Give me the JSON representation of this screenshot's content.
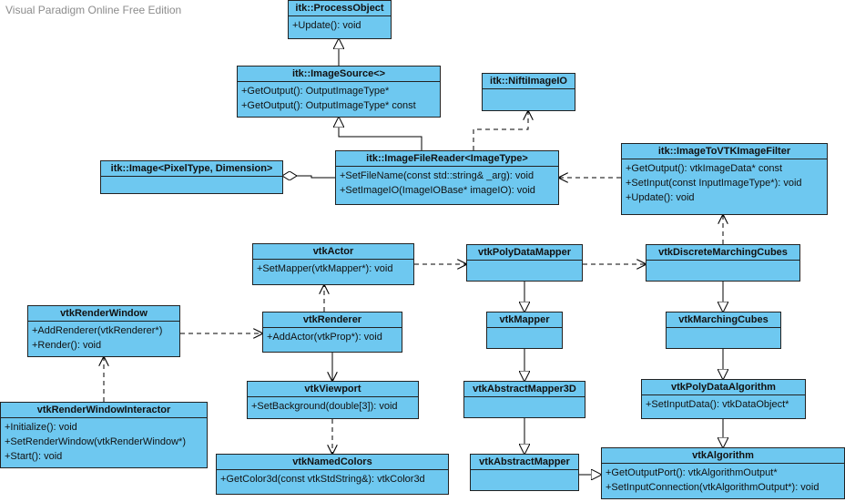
{
  "watermark": "Visual Paradigm Online Free Edition",
  "classes": {
    "process_object": {
      "name": "itk::ProcessObject",
      "ops": [
        "+Update(): void"
      ]
    },
    "image_source": {
      "name": "itk::ImageSource<>",
      "ops": [
        "+GetOutput(): OutputImageType*",
        "+GetOutput(): OutputImageType* const"
      ]
    },
    "nifti_image_io": {
      "name": "itk::NiftiImageIO",
      "ops": []
    },
    "image": {
      "name": "itk::Image<PixelType, Dimension>",
      "ops": []
    },
    "image_file_reader": {
      "name": "itk::ImageFileReader<ImageType>",
      "ops": [
        "+SetFileName(const std::string& _arg): void",
        "+SetImageIO(ImageIOBase* imageIO): void"
      ]
    },
    "image_to_vtk": {
      "name": "itk::ImageToVTKImageFilter",
      "ops": [
        "+GetOutput(): vtkImageData* const",
        "+SetInput(const InputImageType*): void",
        "+Update(): void"
      ]
    },
    "vtk_actor": {
      "name": "vtkActor",
      "ops": [
        "+SetMapper(vtkMapper*): void"
      ]
    },
    "vtk_polydata_mapper": {
      "name": "vtkPolyDataMapper",
      "ops": []
    },
    "vtk_discrete_mc": {
      "name": "vtkDiscreteMarchingCubes",
      "ops": []
    },
    "vtk_render_window": {
      "name": "vtkRenderWindow",
      "ops": [
        "+AddRenderer(vtkRenderer*)",
        "+Render(): void"
      ]
    },
    "vtk_renderer": {
      "name": "vtkRenderer",
      "ops": [
        "+AddActor(vtkProp*): void"
      ]
    },
    "vtk_mapper": {
      "name": "vtkMapper",
      "ops": []
    },
    "vtk_marching_cubes": {
      "name": "vtkMarchingCubes",
      "ops": []
    },
    "vtk_viewport": {
      "name": "vtkViewport",
      "ops": [
        "+SetBackground(double[3]): void"
      ]
    },
    "vtk_abstract_mapper3d": {
      "name": "vtkAbstractMapper3D",
      "ops": []
    },
    "vtk_polydata_algorithm": {
      "name": "vtkPolyDataAlgorithm",
      "ops": [
        "+SetInputData(): vtkDataObject*"
      ]
    },
    "vtk_rwi": {
      "name": "vtkRenderWindowInteractor",
      "ops": [
        "+Initialize(): void",
        "+SetRenderWindow(vtkRenderWindow*)",
        "+Start(): void"
      ]
    },
    "vtk_named_colors": {
      "name": "vtkNamedColors",
      "ops": [
        "+GetColor3d(const vtkStdString&): vtkColor3d"
      ]
    },
    "vtk_abstract_mapper": {
      "name": "vtkAbstractMapper",
      "ops": []
    },
    "vtk_algorithm": {
      "name": "vtkAlgorithm",
      "ops": [
        "+GetOutputPort(): vtkAlgorithmOutput*",
        "+SetInputConnection(vtkAlgorithmOutput*): void"
      ]
    }
  }
}
